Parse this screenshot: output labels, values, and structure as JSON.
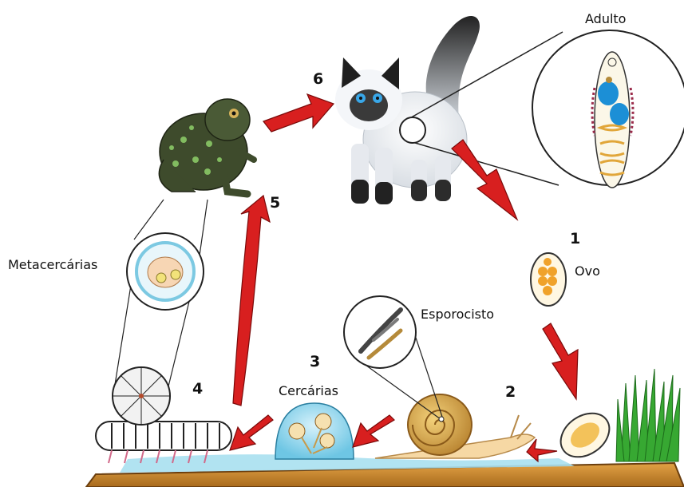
{
  "labels": {
    "adult": "Adulto",
    "egg": "Ovo",
    "sporocyst": "Esporocisto",
    "cercariae": "Cercárias",
    "metacercariae": "Metacercárias"
  },
  "steps": {
    "s1": "1",
    "s2": "2",
    "s3": "3",
    "s4": "4",
    "s5": "5",
    "s6": "6"
  },
  "colors": {
    "arrow": "#d81f1f",
    "ground": "#c98a2e",
    "water": "#9fdcef",
    "grass": "#2e9e2a",
    "snail_shell": "#d7a54a",
    "toad": "#3b4a2c",
    "cat_points": "#222222",
    "egg": "#f0a92a"
  },
  "icons": [
    "cat-icon",
    "toad-icon",
    "snail-icon",
    "millipede-icon",
    "egg-icon",
    "grass-icon",
    "fluke-adult-icon"
  ]
}
